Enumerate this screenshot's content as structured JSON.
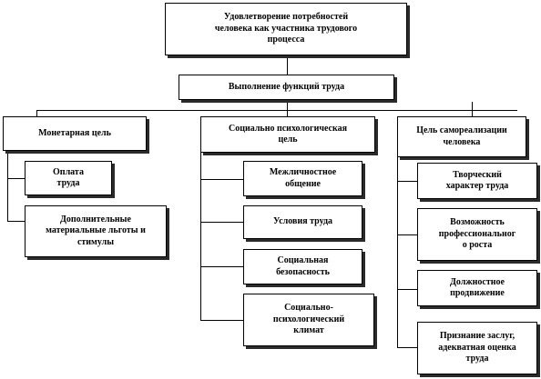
{
  "root": {
    "label": "Удовлетворение потребностей\nчеловека как участника трудового\nпроцесса"
  },
  "functions": {
    "label": "Выполнение функций труда"
  },
  "goals": [
    {
      "label": "Монетарная цель",
      "children": [
        "Оплата\nтруда",
        "Дополнительные\nматериальные льготы и\nстимулы"
      ]
    },
    {
      "label": "Социально психологическая\nцель",
      "children": [
        "Межличностное\nобщение",
        "Условия труда",
        "Социальная\nбезопасность",
        "Социально-\nпсихологический\nклимат"
      ]
    },
    {
      "label": "Цель самореализации\nчеловека",
      "children": [
        "Творческий\nхарактер труда",
        "Возможность\nпрофессиональног\nо роста",
        "Должностное\nпродвижение",
        "Признание заслуг,\nадекватная оценка\nтруда"
      ]
    }
  ]
}
